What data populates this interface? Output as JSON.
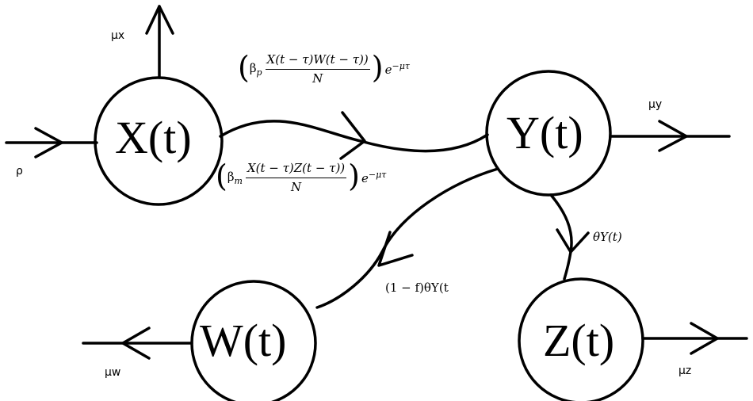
{
  "nodes": {
    "x": "X(t)",
    "y": "Y(t)",
    "w": "W(t)",
    "z": "Z(t)"
  },
  "rates": {
    "rho": "ρ",
    "mu_x": "μx",
    "mu_y": "μy",
    "mu_w": "μw",
    "mu_z": "μz",
    "theta_y": "θY(t)",
    "one_minus_f": "(1 − f)θY(t"
  },
  "infection_p": {
    "open": "(",
    "beta": "β",
    "beta_sub": "p",
    "numerator": "X(t − τ)W(t − τ))",
    "denominator": "N",
    "close": ")",
    "exp_base": "e",
    "exp_power": "−μτ"
  },
  "infection_m": {
    "open": "(",
    "beta": "β",
    "beta_sub": "m",
    "numerator": "X(t − τ)Z(t − τ))",
    "denominator": "N",
    "close": ")",
    "exp_base": "e",
    "exp_power": "−μτ"
  }
}
